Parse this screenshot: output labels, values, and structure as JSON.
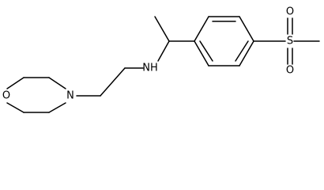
{
  "molecule": {
    "atoms": {
      "nh": "NH",
      "morpholine_n": "N",
      "morpholine_o": "O",
      "sulfur": "S",
      "sulfonyl_o_top": "O",
      "sulfonyl_o_bottom": "O"
    }
  }
}
